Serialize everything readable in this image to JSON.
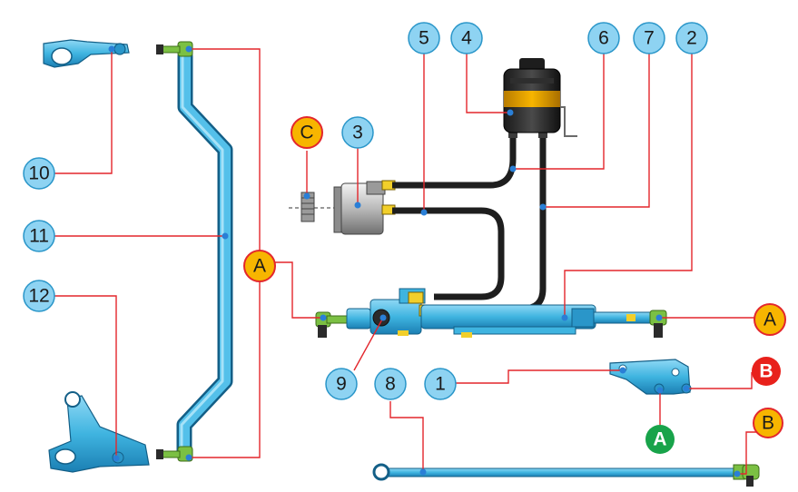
{
  "diagram": {
    "callouts": [
      {
        "id": "c1",
        "text": "1"
      },
      {
        "id": "c2",
        "text": "2"
      },
      {
        "id": "c3",
        "text": "3"
      },
      {
        "id": "c4",
        "text": "4"
      },
      {
        "id": "c5",
        "text": "5"
      },
      {
        "id": "c6",
        "text": "6"
      },
      {
        "id": "c7",
        "text": "7"
      },
      {
        "id": "c8",
        "text": "8"
      },
      {
        "id": "c9",
        "text": "9"
      },
      {
        "id": "c10",
        "text": "10"
      },
      {
        "id": "c11",
        "text": "11"
      },
      {
        "id": "c12",
        "text": "12"
      },
      {
        "id": "cA1",
        "text": "A"
      },
      {
        "id": "cA2",
        "text": "A"
      },
      {
        "id": "cA3",
        "text": "A"
      },
      {
        "id": "cB1",
        "text": "B"
      },
      {
        "id": "cB2",
        "text": "B"
      },
      {
        "id": "cC",
        "text": "C"
      }
    ],
    "colors": {
      "part_blue": "#3fb4e0",
      "part_blue_dark": "#1b7fb3",
      "callout_number": "#8ed3f2",
      "callout_A": "#f7b500",
      "callout_B_red": "#e8211b",
      "callout_A_green": "#18a34a",
      "leader": "#e3262c",
      "hose": "#1e1e1e",
      "fitting": "#f2cf2a",
      "joint_green": "#7bc043"
    }
  }
}
